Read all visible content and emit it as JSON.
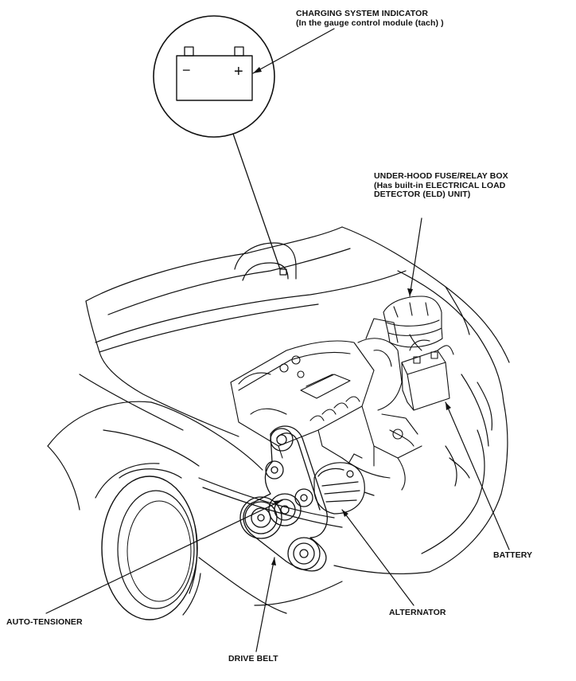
{
  "callouts": {
    "charging_indicator": {
      "line1": "CHARGING SYSTEM INDICATOR",
      "line2": "(In the gauge control module (tach) )"
    },
    "fuse_relay_box": {
      "line1": "UNDER-HOOD FUSE/RELAY BOX",
      "line2": "(Has built-in ELECTRICAL LOAD",
      "line3": "DETECTOR (ELD) UNIT)"
    },
    "battery": "BATTERY",
    "alternator": "ALTERNATOR",
    "auto_tensioner": "AUTO-TENSIONER",
    "drive_belt": "DRIVE BELT"
  },
  "indicator_symbol": {
    "minus": "−",
    "plus": "+"
  },
  "colors": {
    "line": "#111111",
    "background": "#ffffff"
  }
}
